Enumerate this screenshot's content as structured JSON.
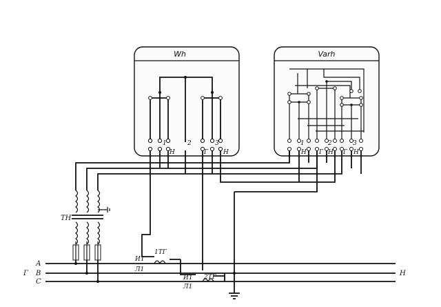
{
  "meters": {
    "active": {
      "title": "Wh",
      "terminals": [
        "1",
        "2",
        "3",
        "Н",
        "Г",
        "Н"
      ]
    },
    "reactive": {
      "title": "Varh",
      "terminals": [
        "1",
        "Н",
        "2",
        "Г",
        "Н",
        "3",
        "Г",
        "Н"
      ]
    }
  },
  "transformer": {
    "label": "ТН"
  },
  "busbars": {
    "left_labels": [
      "А",
      "Г",
      "В",
      "С"
    ],
    "right_label": "Н"
  },
  "current_transformers": [
    {
      "name": "1ТГ",
      "primary": "Л1",
      "secondary": "И1"
    },
    {
      "name": "2ТГ",
      "primary": "Л1",
      "secondary": "И1"
    }
  ],
  "colors": {
    "ink": "#111111",
    "paper": "#ffffff"
  }
}
